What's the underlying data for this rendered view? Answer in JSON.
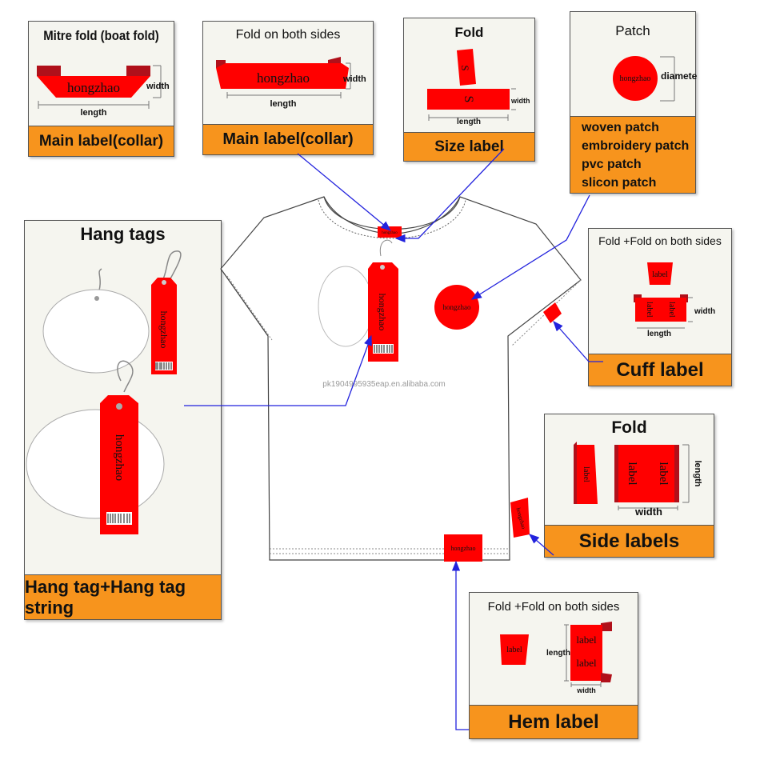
{
  "mitre": {
    "title": "Mitre fold (boat fold)",
    "brand": "hongzhao",
    "width": "width",
    "length": "length",
    "caption": "Main label(collar)"
  },
  "fold_both": {
    "title": "Fold on both sides",
    "brand": "hongzhao",
    "width": "width",
    "length": "length",
    "caption": "Main label(collar)"
  },
  "fold_size": {
    "title": "Fold",
    "mark": "S",
    "width": "width",
    "length": "length",
    "caption": "Size label"
  },
  "patch": {
    "title": "Patch",
    "brand": "hongzhao",
    "diameter": "diameter",
    "types": [
      "woven patch",
      "embroidery patch",
      "pvc patch",
      "slicon patch"
    ]
  },
  "hang": {
    "title": "Hang tags",
    "brand": "hongzhao",
    "caption": "Hang tag+Hang tag string"
  },
  "cuff": {
    "title": "Fold +Fold on both sides",
    "label": "label",
    "width": "width",
    "length": "length",
    "caption": "Cuff label"
  },
  "side": {
    "title": "Fold",
    "label": "label",
    "width": "width",
    "length": "length",
    "caption": "Side labels"
  },
  "hem": {
    "title": "Fold +Fold on both sides",
    "label": "label",
    "width": "width",
    "length": "length",
    "caption": "Hem label"
  },
  "shirt": {
    "brand": "hongzhao",
    "watermark": "pk1904995935eap.en.alibaba.com"
  },
  "colors": {
    "label_red": "#ff0000",
    "caption_orange": "#f7941d",
    "arrow_blue": "#2222dd",
    "panel_bg": "#f5f5ef"
  }
}
